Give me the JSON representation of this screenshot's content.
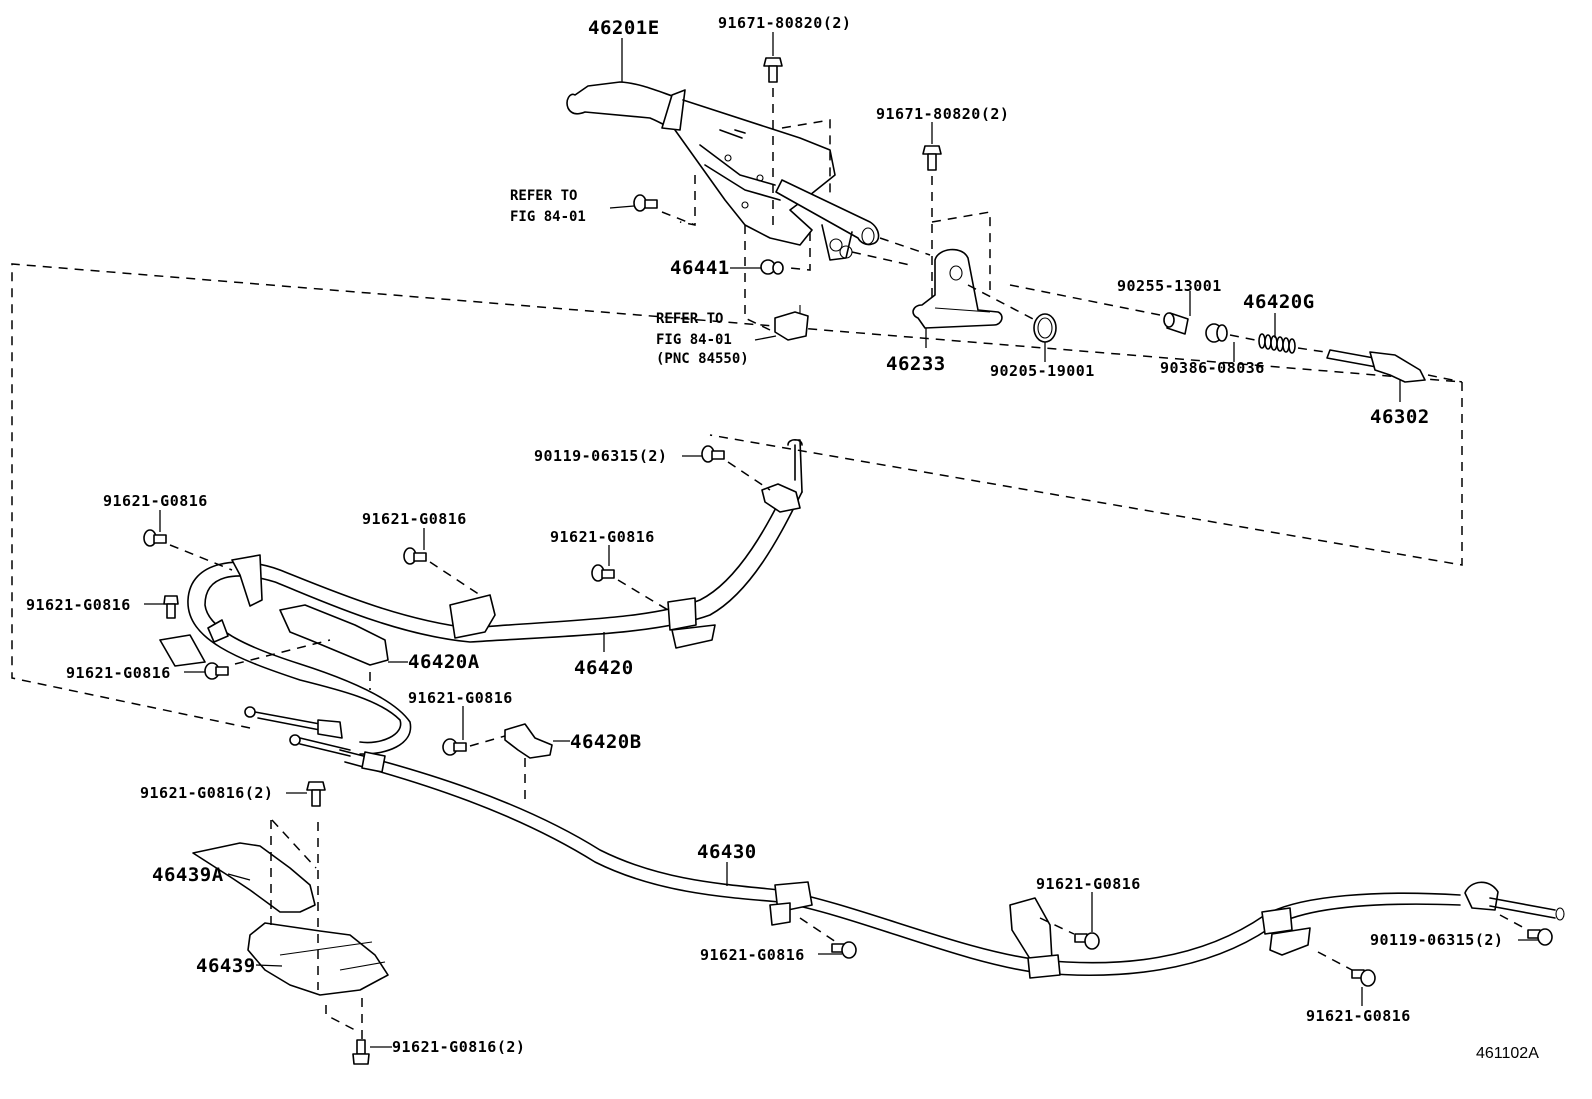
{
  "diagram": {
    "title": "Parking brake lever & cable assembly",
    "figure_id": "461102A",
    "part_labels": {
      "lever": "46201E",
      "bolt_top1": "91671-80820(2)",
      "bolt_top2": "91671-80820(2)",
      "refer1_line1": "REFER TO",
      "refer1_line2": "FIG 84-01",
      "nut_46441": "46441",
      "refer2_line1": "REFER TO",
      "refer2_line2": "FIG 84-01",
      "refer2_line3": "(PNC 84550)",
      "bracket_46233": "46233",
      "washer": "90205-19001",
      "pin": "90255-13001",
      "spring": "46420G",
      "bushing": "90386-08036",
      "rod": "46302",
      "bolt_cable_top": "90119-06315(2)",
      "bolt_a": "91621-G0816",
      "bolt_b": "91621-G0816",
      "bolt_c": "91621-G0816",
      "bolt_d": "91621-G0816",
      "bolt_e": "91621-G0816",
      "clamp_46420a": "46420A",
      "cable_46420": "46420",
      "bolt_f": "91621-G0816",
      "clamp_46420b": "46420B",
      "bolt_g": "91621-G0816(2)",
      "cover_46439a": "46439A",
      "cover_46439": "46439",
      "bolt_h": "91621-G0816(2)",
      "cable_46430": "46430",
      "bolt_i": "91621-G0816",
      "bolt_j": "91621-G0816",
      "bolt_cable_right": "90119-06315(2)",
      "bolt_k": "91621-G0816"
    }
  }
}
